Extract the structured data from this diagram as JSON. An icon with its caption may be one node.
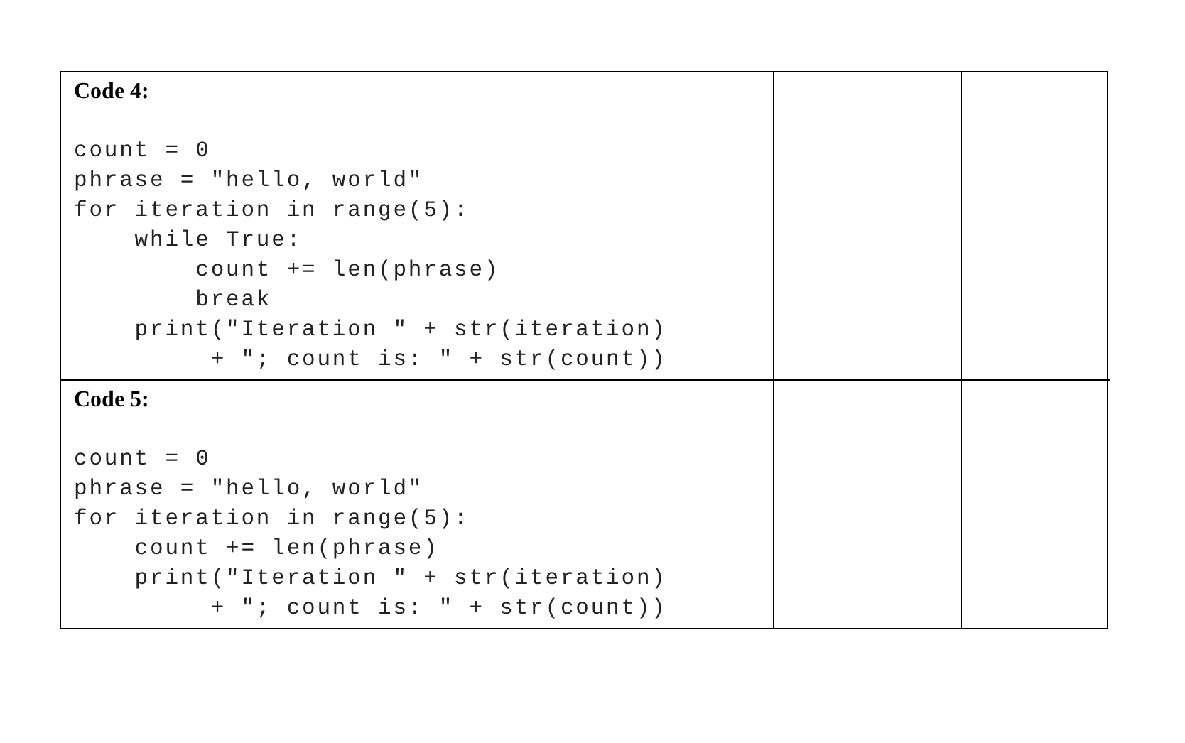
{
  "diagram": {
    "labels": [
      "Code 4:",
      "count = 0",
      "phrase = \"hello, world\"",
      "for iteration in range(5):",
      "    while True:",
      "        count += len(phrase)",
      "        break",
      "    print(\"Iteration \" + str(iteration)",
      "         + \"; count is: \" + str(count))",
      "Code 5:",
      "count = 0",
      "phrase = \"hello, world\"",
      "for iteration in range(5):",
      "    count += len(phrase)",
      "    print(\"Iteration \" + str(iteration)",
      "         + \"; count is: \" + str(count))"
    ]
  }
}
